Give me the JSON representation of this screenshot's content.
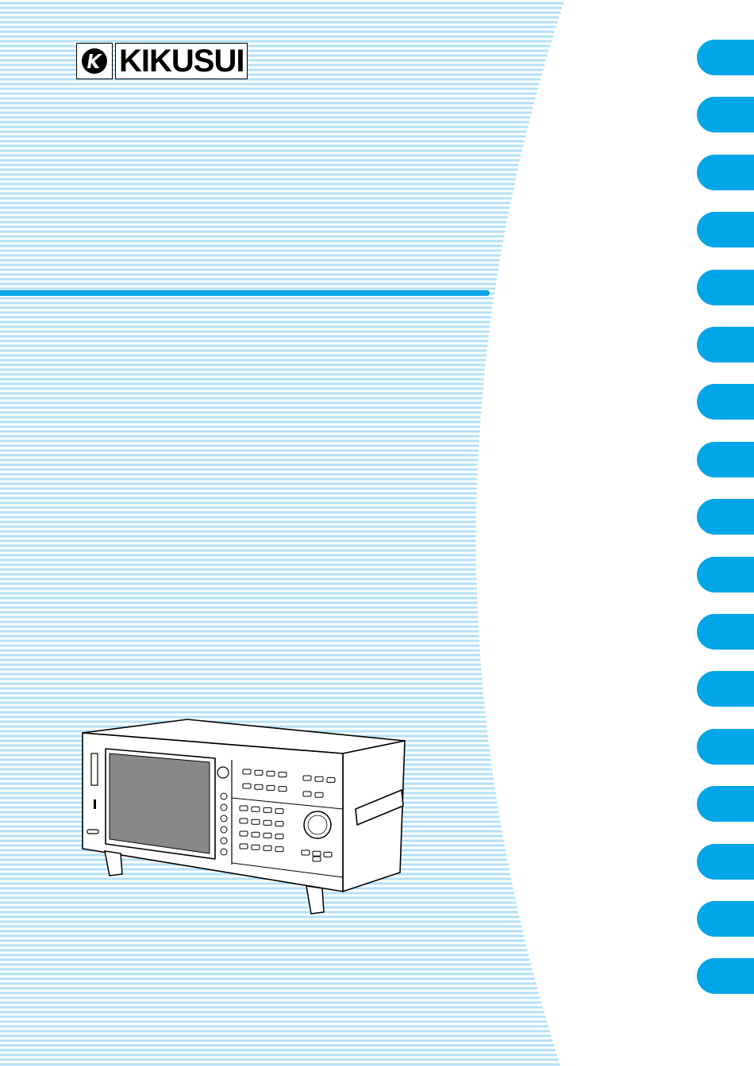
{
  "brand": {
    "logo_text": "KIKUSUI",
    "logo_mark": "K",
    "accent_color": "#00a6e8",
    "stripe_color": "#b3e1f7"
  },
  "index_tabs": {
    "count": 17,
    "labels": []
  },
  "illustration": {
    "icon": "bench-instrument-illustration",
    "screen_color": "#888888"
  }
}
